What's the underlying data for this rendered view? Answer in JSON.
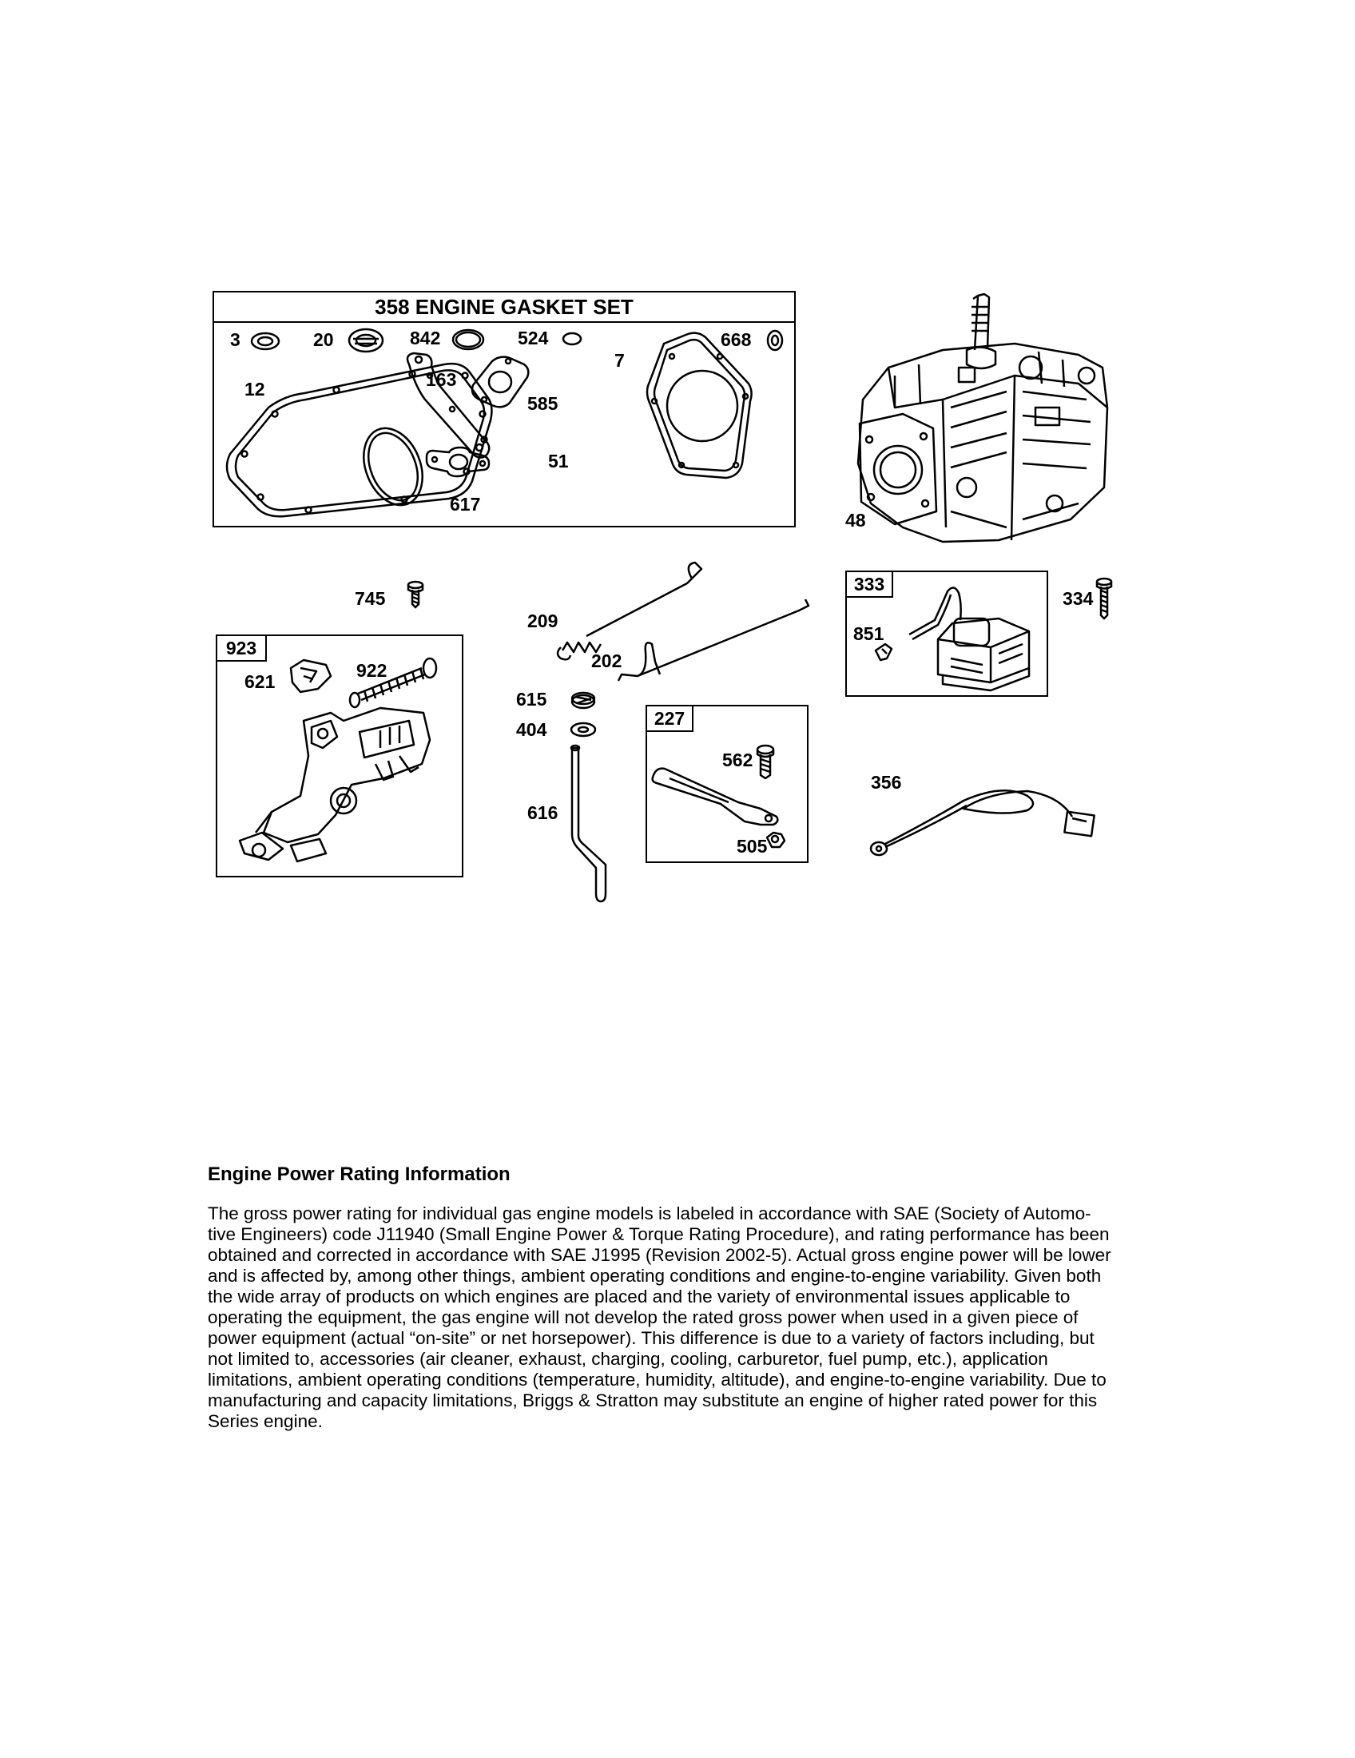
{
  "diagram": {
    "gasket_set": {
      "number": "358",
      "title": "358 ENGINE GASKET SET"
    },
    "callouts": {
      "p3": "3",
      "p20": "20",
      "p842": "842",
      "p524": "524",
      "p668": "668",
      "p7": "7",
      "p12": "12",
      "p163": "163",
      "p585": "585",
      "p51": "51",
      "p617": "617",
      "p48": "48",
      "p745": "745",
      "p209": "209",
      "p202": "202",
      "p333": "333",
      "p851": "851",
      "p334": "334",
      "p923": "923",
      "p621": "621",
      "p922": "922",
      "p615": "615",
      "p404": "404",
      "p227": "227",
      "p562": "562",
      "p616": "616",
      "p505": "505",
      "p356": "356"
    }
  },
  "info": {
    "heading": "Engine Power Rating Information",
    "body": "The gross power rating for individual gas engine models is labeled in accordance with SAE (Society of Automo-tive Engineers) code J11940 (Small Engine Power & Torque Rating Procedure), and rating performance has been obtained and corrected in accordance with SAE J1995 (Revision 2002-5). Actual gross engine power will be lower and is affected by, among other things, ambient operating conditions and engine-to-engine variability. Given both the wide array of products on which engines are placed and the variety of environmental issues applicable to operating the equipment, the gas engine will not develop the rated gross power when used in a given piece of power equipment (actual “on-site” or net horsepower). This difference is due to a variety of factors including, but not limited to, accessories (air cleaner, exhaust, charging, cooling, carburetor, fuel pump, etc.), application limitations, ambient operating conditions (temperature, humidity, altitude), and engine-to-engine variability. Due to manufacturing and capacity limitations, Briggs & Stratton may substitute an engine of higher rated power for this Series engine."
  }
}
